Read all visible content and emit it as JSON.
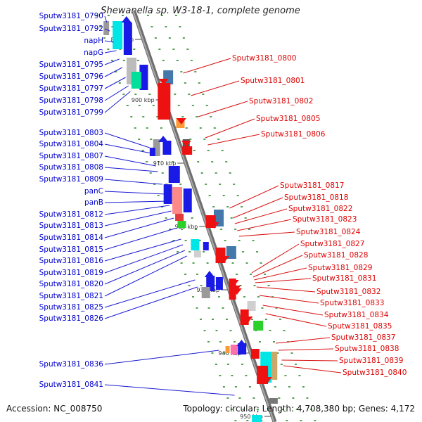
{
  "title": "Shewanella sp. W3-18-1, complete genome",
  "accession": "Accession: NC_008750",
  "summary": "Topology: circular; Length: 4,708,380 bp; Genes: 4,172",
  "colors": {
    "left_label": "#0000cc",
    "right_label": "#dd0000",
    "backbone": "#8c8c8c",
    "tick": "#2a8a2a",
    "gene_blue": "#1a1ae6",
    "gene_red": "#ee1111"
  },
  "ticks": [
    "890 kbp",
    "900 kbp",
    "910 kbp",
    "920 kbp",
    "930 kbp",
    "940 kbp",
    "950 kbp"
  ],
  "left_labels": [
    "Sputw3181_0790",
    "Sputw3181_0792",
    "napH",
    "napG",
    "Sputw3181_0795",
    "Sputw3181_0796",
    "Sputw3181_0797",
    "Sputw3181_0798",
    "Sputw3181_0799",
    "Sputw3181_0803",
    "Sputw3181_0804",
    "Sputw3181_0807",
    "Sputw3181_0808",
    "Sputw3181_0809",
    "panC",
    "panB",
    "Sputw3181_0812",
    "Sputw3181_0813",
    "Sputw3181_0814",
    "Sputw3181_0815",
    "Sputw3181_0816",
    "Sputw3181_0819",
    "Sputw3181_0820",
    "Sputw3181_0821",
    "Sputw3181_0825",
    "Sputw3181_0826",
    "Sputw3181_0836",
    "Sputw3181_0841"
  ],
  "right_labels": [
    "Sputw3181_0800",
    "Sputw3181_0801",
    "Sputw3181_0802",
    "Sputw3181_0805",
    "Sputw3181_0806",
    "Sputw3181_0817",
    "Sputw3181_0818",
    "Sputw3181_0822",
    "Sputw3181_0823",
    "Sputw3181_0824",
    "Sputw3181_0827",
    "Sputw3181_0828",
    "Sputw3181_0829",
    "Sputw3181_0831",
    "Sputw3181_0832",
    "Sputw3181_0833",
    "Sputw3181_0834",
    "Sputw3181_0835",
    "Sputw3181_0837",
    "Sputw3181_0838",
    "Sputw3181_0839",
    "Sputw3181_0840"
  ]
}
